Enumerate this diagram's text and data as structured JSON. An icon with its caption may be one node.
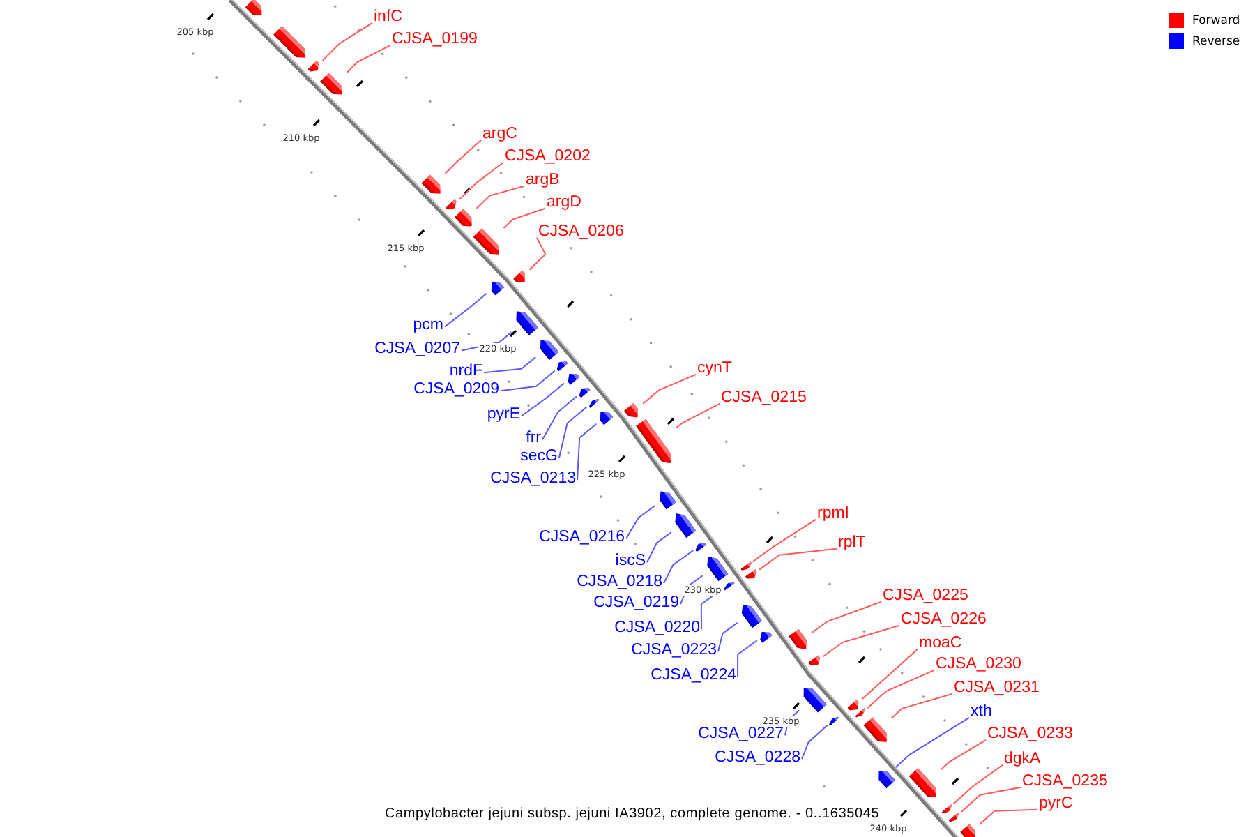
{
  "diagram": {
    "caption": "Campylobacter jejuni subsp. jejuni IA3902, complete genome. - 0..1635045",
    "nodes": [
      {
        "text": [],
        "shape": "bar"
      },
      {
        "text": [],
        "shape": "bar"
      },
      {
        "text": [
          "infC"
        ]
      },
      {
        "text": [],
        "shape": "bar"
      },
      {
        "text": [
          "CJSA_0199"
        ]
      },
      {
        "text": [],
        "shape": "bar"
      },
      {
        "text": [
          "argC"
        ]
      },
      {
        "text": [],
        "shape": "bar"
      },
      {
        "text": [
          "CJSA_0202"
        ]
      },
      {
        "text": [],
        "shape": "bar"
      },
      {
        "text": [
          "argB"
        ]
      },
      {
        "text": [],
        "shape": "bar"
      },
      {
        "text": [
          "argD"
        ]
      },
      {
        "text": [],
        "shape": "bar"
      },
      {
        "text": [
          "CJSA_0206"
        ]
      },
      {
        "text": [],
        "shape": "bar"
      },
      {
        "text": [
          "pcm"
        ]
      },
      {
        "text": [],
        "shape": "bar"
      },
      {
        "text": [
          "CJSA_0207"
        ]
      },
      {
        "text": [],
        "shape": "bar"
      },
      {
        "text": [
          "cynT"
        ]
      },
      {
        "text": [],
        "shape": "bar"
      },
      {
        "text": [
          "nrdF"
        ]
      },
      {
        "text": [],
        "shape": "bar"
      },
      {
        "text": [
          "CJSA_0209"
        ]
      },
      {
        "text": [],
        "shape": "bar"
      },
      {
        "text": [
          "CJSA_0215"
        ]
      },
      {
        "text": [],
        "shape": "bar"
      },
      {
        "text": [
          "pyrE"
        ]
      },
      {
        "text": [],
        "shape": "bar"
      },
      {
        "text": [
          "frr"
        ]
      },
      {
        "text": [],
        "shape": "bar"
      },
      {
        "text": [
          "secG"
        ]
      },
      {
        "text": [],
        "shape": "bar"
      },
      {
        "text": [
          "CJSA_0213"
        ]
      },
      {
        "text": [],
        "shape": "bar"
      },
      {
        "text": [
          "rpmI"
        ]
      },
      {
        "text": [],
        "shape": "bar"
      },
      {
        "text": [
          "CJSA_0216"
        ]
      },
      {
        "text": [],
        "shape": "bar"
      },
      {
        "text": [
          "rplT"
        ]
      },
      {
        "text": [],
        "shape": "bar"
      },
      {
        "text": [
          "iscS"
        ]
      },
      {
        "text": [],
        "shape": "bar"
      },
      {
        "text": [
          "CJSA_0218"
        ]
      },
      {
        "text": [],
        "shape": "bar"
      },
      {
        "text": [
          "CJSA_0225"
        ]
      },
      {
        "text": [],
        "shape": "bar"
      },
      {
        "text": [
          "CJSA_0219"
        ]
      },
      {
        "text": [],
        "shape": "bar"
      },
      {
        "text": [
          "CJSA_0226"
        ]
      },
      {
        "text": [],
        "shape": "bar"
      },
      {
        "text": [
          "CJSA_0220"
        ]
      },
      {
        "text": [],
        "shape": "bar"
      },
      {
        "text": [
          "moaC"
        ]
      },
      {
        "text": [],
        "shape": "bar"
      },
      {
        "text": [
          "CJSA_0223"
        ]
      },
      {
        "text": [],
        "shape": "bar"
      },
      {
        "text": [
          "CJSA_0230"
        ]
      },
      {
        "text": [],
        "shape": "bar"
      },
      {
        "text": [
          "CJSA_0224"
        ]
      },
      {
        "text": [],
        "shape": "bar"
      },
      {
        "text": [
          "CJSA_0231"
        ]
      },
      {
        "text": [],
        "shape": "bar"
      },
      {
        "text": [
          "xth"
        ]
      },
      {
        "text": [],
        "shape": "bar"
      },
      {
        "text": [
          "CJSA_0227"
        ]
      },
      {
        "text": [],
        "shape": "bar"
      },
      {
        "text": [
          "CJSA_0233"
        ]
      },
      {
        "text": [],
        "shape": "bar"
      },
      {
        "text": [
          "CJSA_0228"
        ]
      },
      {
        "text": [],
        "shape": "bar"
      },
      {
        "text": [
          "dgkA"
        ]
      },
      {
        "text": [],
        "shape": "bar"
      },
      {
        "text": [
          "CJSA_0235"
        ]
      },
      {
        "text": [],
        "shape": "bar"
      },
      {
        "text": [
          "pyrC"
        ]
      },
      {
        "text": [],
        "shape": "bar"
      }
    ],
    "edges": [
      {
        "from": 2,
        "to": 3,
        "arrow": "none"
      },
      {
        "from": 4,
        "to": 5,
        "arrow": "none"
      },
      {
        "from": 6,
        "to": 7,
        "arrow": "none"
      },
      {
        "from": 8,
        "to": 9,
        "arrow": "none"
      },
      {
        "from": 10,
        "to": 11,
        "arrow": "none"
      },
      {
        "from": 12,
        "to": 13,
        "arrow": "none"
      },
      {
        "from": 14,
        "to": 15,
        "arrow": "none"
      },
      {
        "from": 16,
        "to": 17,
        "arrow": "none",
        "color": "#5a5aff"
      },
      {
        "from": 18,
        "to": 19,
        "arrow": "none",
        "color": "#5a5aff"
      },
      {
        "from": 20,
        "to": 21,
        "arrow": "none"
      },
      {
        "from": 22,
        "to": 23,
        "arrow": "none",
        "color": "#5a5aff"
      },
      {
        "from": 24,
        "to": 25,
        "arrow": "none",
        "color": "#5a5aff"
      },
      {
        "from": 26,
        "to": 27,
        "arrow": "none"
      },
      {
        "from": 28,
        "to": 29,
        "arrow": "none",
        "color": "#5a5aff"
      },
      {
        "from": 30,
        "to": 31,
        "arrow": "none",
        "color": "#5a5aff"
      },
      {
        "from": 32,
        "to": 33,
        "arrow": "none",
        "color": "#5a5aff"
      },
      {
        "from": 34,
        "to": 35,
        "arrow": "none",
        "color": "#5a5aff"
      },
      {
        "from": 36,
        "to": 37,
        "arrow": "none"
      },
      {
        "from": 38,
        "to": 39,
        "arrow": "none",
        "color": "#5a5aff"
      },
      {
        "from": 40,
        "to": 41,
        "arrow": "none"
      },
      {
        "from": 42,
        "to": 43,
        "arrow": "none",
        "color": "#5a5aff"
      },
      {
        "from": 44,
        "to": 45,
        "arrow": "none",
        "color": "#5a5aff"
      },
      {
        "from": 46,
        "to": 47,
        "arrow": "none"
      },
      {
        "from": 48,
        "to": 49,
        "arrow": "none",
        "color": "#5a5aff"
      },
      {
        "from": 50,
        "to": 51,
        "arrow": "none"
      },
      {
        "from": 52,
        "to": 53,
        "arrow": "none",
        "color": "#5a5aff"
      },
      {
        "from": 54,
        "to": 55,
        "arrow": "none"
      },
      {
        "from": 56,
        "to": 57,
        "arrow": "none",
        "color": "#5a5aff"
      },
      {
        "from": 58,
        "to": 59,
        "arrow": "none"
      },
      {
        "from": 60,
        "to": 61,
        "arrow": "none",
        "color": "#5a5aff"
      },
      {
        "from": 62,
        "to": 63,
        "arrow": "none"
      },
      {
        "from": 64,
        "to": 65,
        "arrow": "none",
        "color": "#5a5aff"
      },
      {
        "from": 66,
        "to": 67,
        "arrow": "none",
        "color": "#5a5aff"
      },
      {
        "from": 68,
        "to": 69,
        "arrow": "none"
      },
      {
        "from": 70,
        "to": 71,
        "arrow": "none",
        "color": "#5a5aff"
      },
      {
        "from": 72,
        "to": 73,
        "arrow": "none"
      },
      {
        "from": 74,
        "to": 75,
        "arrow": "none"
      },
      {
        "from": 76,
        "to": 77,
        "arrow": "none"
      }
    ],
    "labels": [
      "205 kbp",
      "210 kbp",
      "215 kbp",
      "220 kbp",
      "225 kbp",
      "230 kbp",
      "235 kbp",
      "240 kbp"
    ],
    "legend": [
      {
        "text": "Forward",
        "color": "#ff0000"
      },
      {
        "text": "Reverse",
        "color": "#0000ff"
      }
    ]
  }
}
